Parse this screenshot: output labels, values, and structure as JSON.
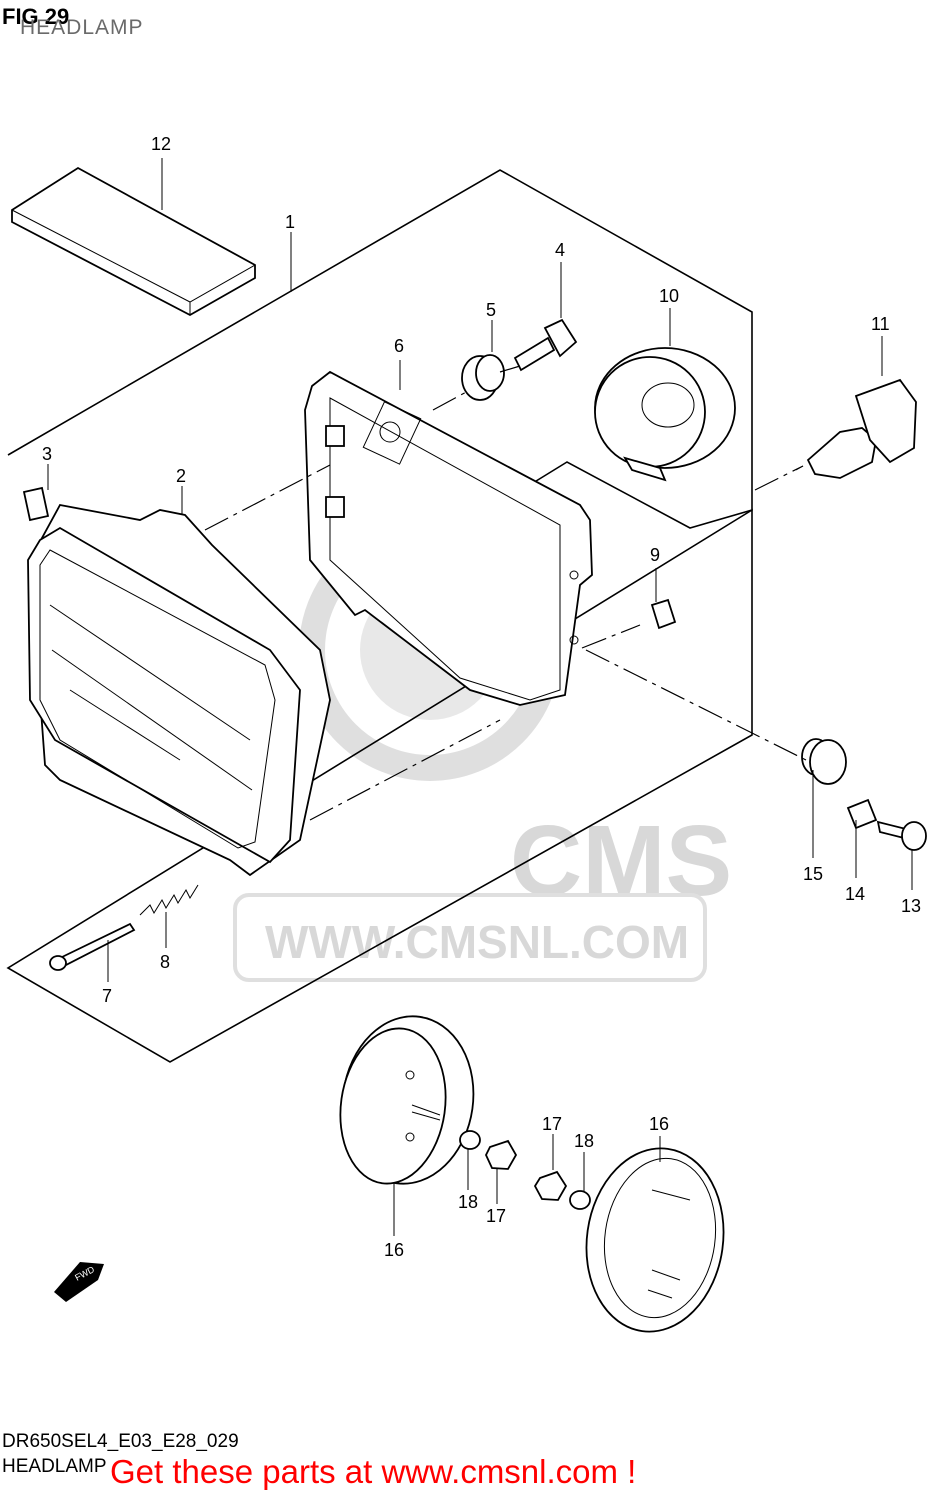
{
  "header": {
    "figure": "FIG 29",
    "title": "HEADLAMP"
  },
  "watermark": {
    "brand": "CMS",
    "url": "WWW.CMSNL.COM"
  },
  "callouts": {
    "p1": "1",
    "p2": "2",
    "p3": "3",
    "p4": "4",
    "p5": "5",
    "p6": "6",
    "p7": "7",
    "p8": "8",
    "p9": "9",
    "p10": "10",
    "p11": "11",
    "p12": "12",
    "p13": "13",
    "p14": "14",
    "p15": "15",
    "p16a": "16",
    "p16b": "16",
    "p17a": "17",
    "p17b": "17",
    "p18a": "18",
    "p18b": "18"
  },
  "direction_badge": "FWD",
  "footer": {
    "diagram_code": "DR650SEL4_E03_E28_029",
    "name": "HEADLAMP",
    "promo": "Get these parts at www.cmsnl.com !"
  }
}
